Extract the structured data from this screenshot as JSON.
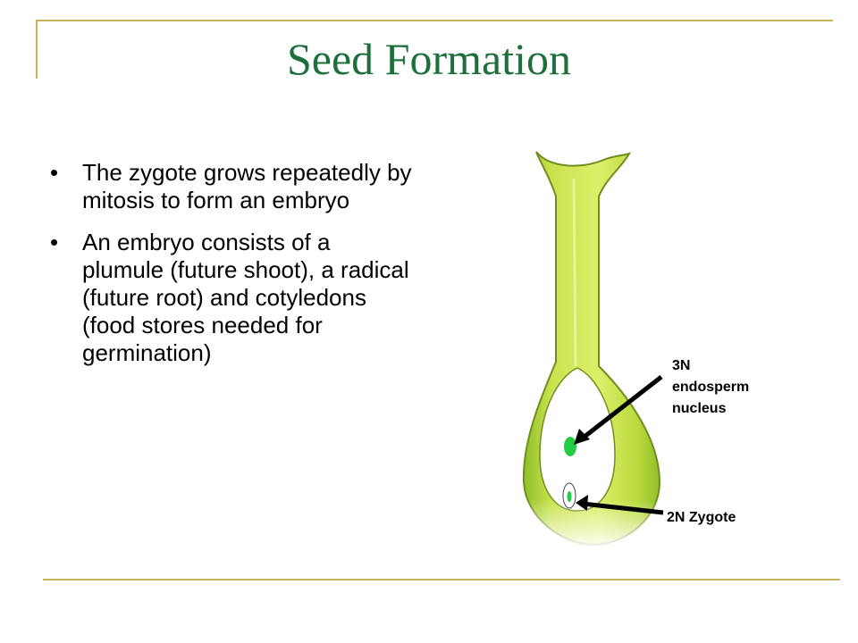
{
  "slide": {
    "title": "Seed Formation",
    "bullets": [
      {
        "marker": "•",
        "text": "The zygote grows repeatedly by mitosis to form an embryo"
      },
      {
        "marker": "•",
        "text": "An embryo consists of a plumule (future shoot), a radical (future root) and cotyledons (food stores needed for germination)"
      }
    ],
    "diagram": {
      "labels": {
        "endosperm_line1": "3N",
        "endosperm_line2": "endosperm",
        "endosperm_line3": "nucleus",
        "zygote": "2N Zygote"
      },
      "icons": [
        "ovule-diagram",
        "arrow-icon"
      ]
    },
    "colors": {
      "title": "#1d6f3c",
      "rule": "#c8b45a",
      "ovule_fill": "#c9e24e",
      "nucleus": "#22cc44"
    }
  }
}
